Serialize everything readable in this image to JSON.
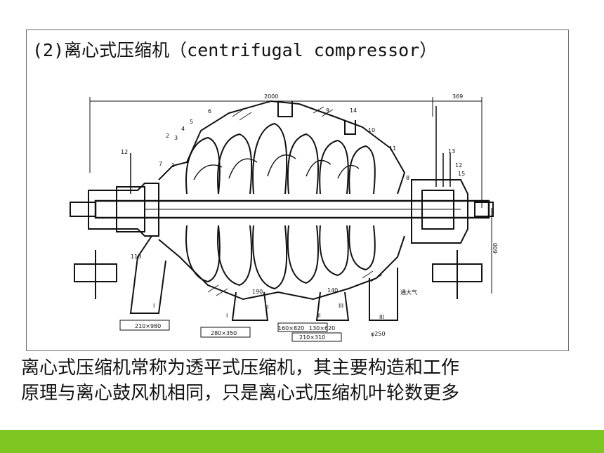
{
  "slide": {
    "title": "(2)离心式压缩机（centrifugal compressor）",
    "caption_lines": [
      "离心式压缩机常称为透平式压缩机，其主要构造和工作",
      "原理与离心鼓风机相同，只是离心式压缩机叶轮数更多"
    ],
    "accent_color": "#7ec621"
  },
  "drawing": {
    "dimensions": {
      "overall_length": "2000",
      "right_length": "369",
      "height": "600",
      "base_left": "210×980",
      "base_mid": "280×350",
      "base_a": "160×820",
      "base_b": "130×620",
      "base_c": "210×310",
      "dia": "φ250",
      "dim_190": "190",
      "dim_140": "140",
      "dim_118": "118"
    },
    "part_numbers": [
      "1",
      "2",
      "3",
      "4",
      "5",
      "6",
      "7",
      "8",
      "9",
      "10",
      "11",
      "12",
      "13",
      "14",
      "15",
      "12"
    ],
    "section_marks": [
      "I",
      "I",
      "II",
      "II",
      "III",
      "III"
    ],
    "vent_label": "通大气"
  }
}
